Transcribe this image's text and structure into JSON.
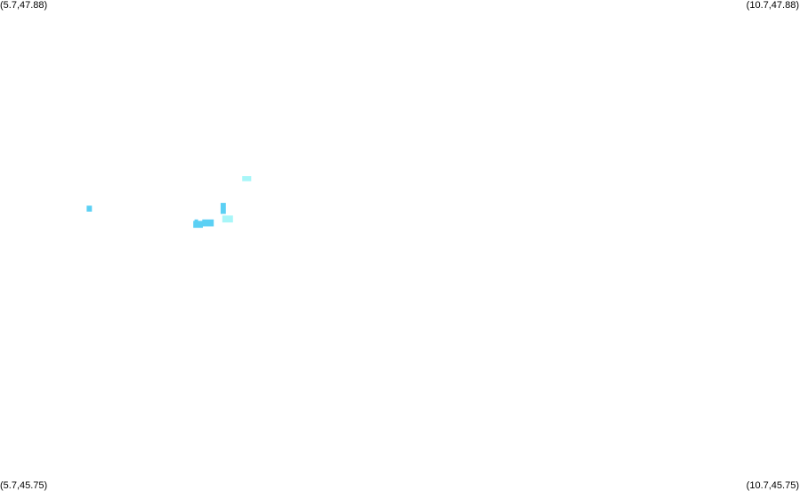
{
  "map": {
    "bounds": {
      "lon_min": 5.7,
      "lon_max": 10.7,
      "lat_min": 45.75,
      "lat_max": 47.88
    },
    "corners": {
      "top_left": "(5.7,47.88)",
      "top_right": "(10.7,47.88)",
      "bottom_left": "(5.7,45.75)",
      "bottom_right": "(10.7,45.75)"
    },
    "colors": {
      "blue": "#5bd0f4",
      "cyan": "#a8f6f8"
    },
    "features": [
      {
        "lon": 6.258,
        "lat": 46.975,
        "lon_span": 0.033,
        "lat_span": 0.026,
        "color": "blue"
      },
      {
        "lon": 6.938,
        "lat": 46.907,
        "lon_span": 0.06,
        "lat_span": 0.03,
        "color": "blue"
      },
      {
        "lon": 6.927,
        "lat": 46.917,
        "lon_span": 0.022,
        "lat_span": 0.022,
        "color": "blue"
      },
      {
        "lon": 7.0,
        "lat": 46.913,
        "lon_span": 0.072,
        "lat_span": 0.03,
        "color": "blue"
      },
      {
        "lon": 7.095,
        "lat": 46.976,
        "lon_span": 0.033,
        "lat_span": 0.048,
        "color": "blue"
      },
      {
        "lon": 7.123,
        "lat": 46.93,
        "lon_span": 0.067,
        "lat_span": 0.03,
        "color": "cyan"
      },
      {
        "lon": 7.242,
        "lat": 47.105,
        "lon_span": 0.056,
        "lat_span": 0.022,
        "color": "cyan"
      }
    ]
  }
}
